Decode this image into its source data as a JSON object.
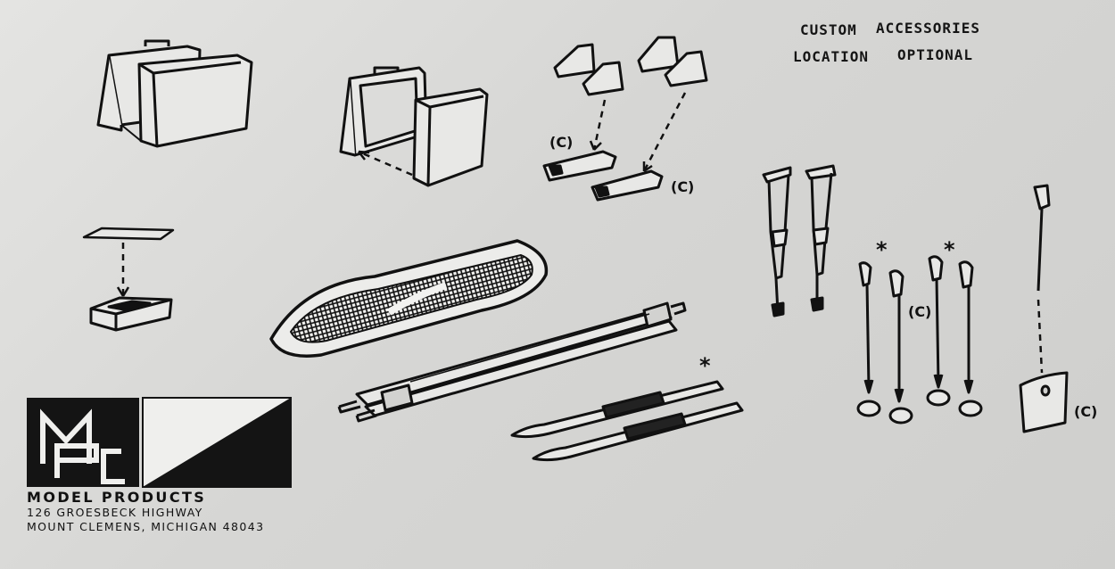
{
  "header": {
    "line1_left": "CUSTOM",
    "line1_right": "ACCESSORIES",
    "line2_left": "LOCATION",
    "line2_right": "OPTIONAL"
  },
  "labels": {
    "boot_binding_1": "(C)",
    "boot_binding_2": "(C)",
    "ski_pole_basket": "(C)",
    "shovel_blade": "(C)"
  },
  "markers": {
    "skis": "*",
    "pole_pair_1": "*",
    "pole_pair_2": "*"
  },
  "logo": {
    "letters": "MPC"
  },
  "company": {
    "name": "MODEL PRODUCTS",
    "street": "126 GROESBECK HIGHWAY",
    "city": "MOUNT CLEMENS, MICHIGAN 48043"
  },
  "colors": {
    "paper": "#d9d9d7",
    "ink": "#111111"
  }
}
